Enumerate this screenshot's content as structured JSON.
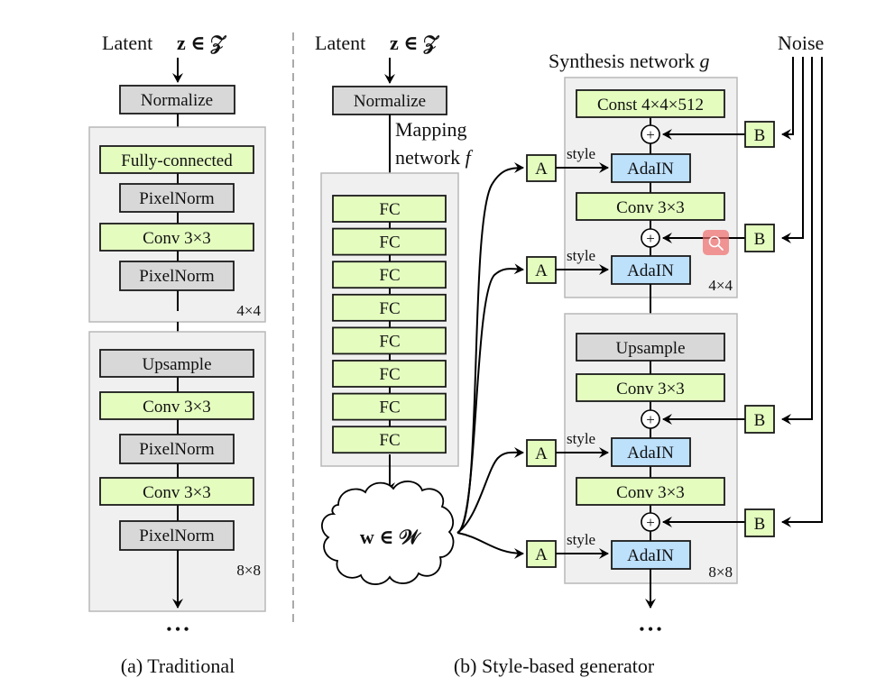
{
  "colors": {
    "green_block": "#e4fdbf",
    "gray_block": "#d8d8d8",
    "blue_block": "#bde0fb",
    "group_bg": "#f0f0f0",
    "overlay_icon": "#ef6b6b"
  },
  "traditional": {
    "input_label": "Latent",
    "input_math": "z ∈ 𝒵",
    "normalize": "Normalize",
    "block1": {
      "layers": [
        "Fully-connected",
        "PixelNorm",
        "Conv 3×3",
        "PixelNorm"
      ],
      "resolution": "4×4"
    },
    "block2": {
      "layers": [
        "Upsample",
        "Conv 3×3",
        "PixelNorm",
        "Conv 3×3",
        "PixelNorm"
      ],
      "resolution": "8×8"
    },
    "ellipsis": "• • •",
    "caption": "(a) Traditional"
  },
  "style_based": {
    "input_label": "Latent",
    "input_math": "z ∈ 𝒵",
    "normalize": "Normalize",
    "mapping_label_line1": "Mapping",
    "mapping_label_line2": "network",
    "mapping_label_var": "f",
    "mapping_layers": [
      "FC",
      "FC",
      "FC",
      "FC",
      "FC",
      "FC",
      "FC",
      "FC"
    ],
    "w_label": "w ∈ 𝒲",
    "synthesis_label": "Synthesis network",
    "synthesis_var": "g",
    "noise_label": "Noise",
    "affine_label": "A",
    "noise_scale_label": "B",
    "style_label": "style",
    "plus_symbol": "+",
    "block1": {
      "layers": [
        "Const 4×4×512",
        "AdaIN",
        "Conv 3×3",
        "AdaIN"
      ],
      "resolution": "4×4"
    },
    "block2": {
      "layers": [
        "Upsample",
        "Conv 3×3",
        "AdaIN",
        "Conv 3×3",
        "AdaIN"
      ],
      "resolution": "8×8"
    },
    "ellipsis": "• • •",
    "caption": "(b) Style-based generator"
  },
  "overlay": {
    "icon": "magnifier-icon"
  }
}
